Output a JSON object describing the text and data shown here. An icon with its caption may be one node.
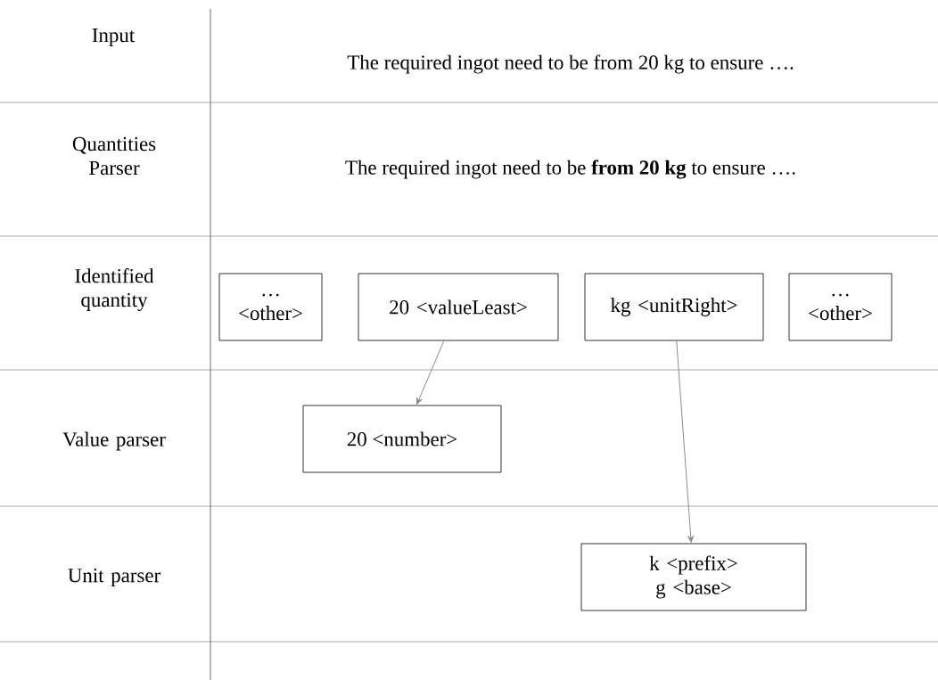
{
  "diagram": {
    "nodes": [
      {
        "text": [
          "… <other>"
        ]
      },
      {
        "text": [
          "20 <valueLeast>"
        ]
      },
      {
        "text": [
          "kg <unitRight>"
        ]
      },
      {
        "text": [
          "… <other>"
        ]
      },
      {
        "text": [
          "20 <number>"
        ]
      },
      {
        "text": [
          "k <prefix> g <base>"
        ]
      }
    ],
    "edges": [
      {
        "from": 1,
        "to": 4,
        "arrow": "to",
        "color": "#8c8c8c"
      },
      {
        "from": 2,
        "to": 5,
        "arrow": "to",
        "color": "#8c8c8c"
      }
    ],
    "labels": [
      "Input",
      "The required ingot need to be from 20 kg to ensure ….",
      "Quantities Parser",
      "The required ingot need to be **from 20 kg** to ensure ….",
      "Identified quantity",
      "Value parser",
      "Unit parser"
    ]
  }
}
